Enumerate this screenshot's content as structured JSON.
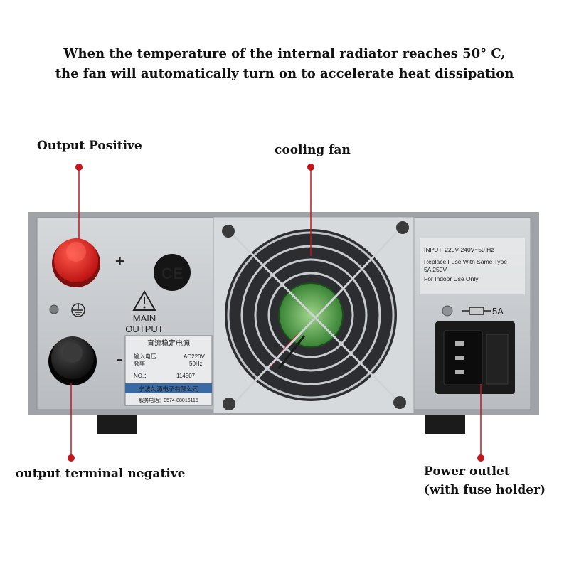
{
  "heading": {
    "line1": "When the temperature of the internal radiator reaches 50°  C,",
    "line2": "the fan will automatically turn on to accelerate heat dissipation"
  },
  "callouts": {
    "output_positive": "Output Positive",
    "cooling_fan": "cooling fan",
    "output_negative": "output terminal negative",
    "power_outlet_line1": "Power outlet",
    "power_outlet_line2": "(with fuse holder)"
  },
  "panel": {
    "plus_sign": "+",
    "minus_sign": "-",
    "ce_mark": "CE",
    "main_output_line1": "MAIN",
    "main_output_line2": "OUTPUT",
    "nameplate_title": "直流稳定电源",
    "nameplate_row1_label": "输入电压",
    "nameplate_row1_value": "AC220V",
    "nameplate_row2_label": "频率",
    "nameplate_row2_value": "50Hz",
    "nameplate_row3_label": "NO.：",
    "nameplate_row3_value": "114507",
    "nameplate_company": "宁波久源电子有限公司",
    "nameplate_phone": "服务电话：0574-88016115",
    "input_spec": "INPUT: 220V-240V~50 Hz",
    "fuse_note_line1": "Replace Fuse With Same Type",
    "fuse_note_line2": "5A 250V",
    "indoor_note": "For Indoor Use Only",
    "fuse_rating": "5A"
  },
  "colors": {
    "marker_red": "#c4141c",
    "panel_grey": "#c9ccd0",
    "terminal_red": "#e02222",
    "fan_green": "#3f9a3c"
  }
}
